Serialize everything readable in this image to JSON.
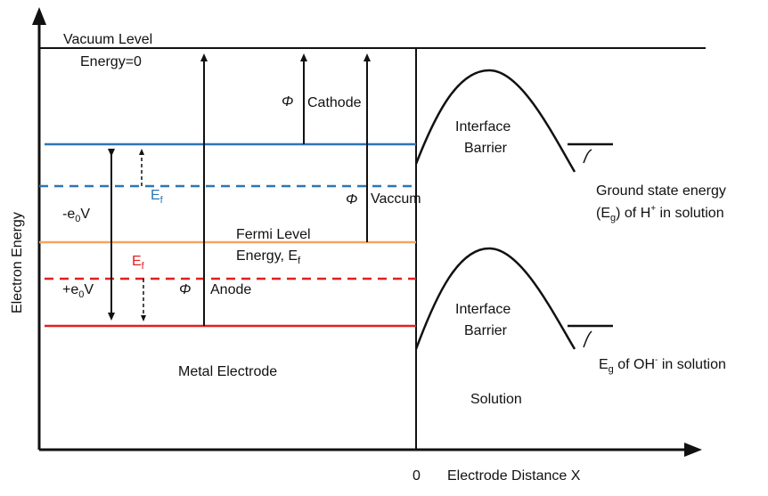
{
  "labels": {
    "vacuum_level": "Vacuum Level",
    "energy_zero": "Energy=0",
    "phi_cathode_symbol": "Φ",
    "phi_cathode_label": "Cathode",
    "phi_vacuum_symbol": "Φ",
    "phi_vacuum_label": "Vaccum",
    "phi_anode_symbol": "Φ",
    "phi_anode_label": "Anode",
    "ef_upper_main": "E",
    "ef_upper_sub": "f",
    "ef_lower_main": "E",
    "ef_lower_sub": "f",
    "minus_e0v_prefix": "-e",
    "minus_e0v_sub": "0",
    "minus_e0v_suffix": "V",
    "plus_e0v_prefix": "+e",
    "plus_e0v_sub": "0",
    "plus_e0v_suffix": "V",
    "fermi_level": "Fermi Level",
    "fermi_energy_main": "Energy, E",
    "fermi_energy_sub": "f",
    "metal_electrode": "Metal Electrode",
    "interface_barrier_upper_1": "Interface",
    "interface_barrier_upper_2": "Barrier",
    "interface_barrier_lower_1": "Interface",
    "interface_barrier_lower_2": "Barrier",
    "ground_state_line1": "Ground  state energy",
    "ground_state_line2_a": "(E",
    "ground_state_line2_sub": "g",
    "ground_state_line2_b": ") of H",
    "ground_state_line2_sup": "+",
    "ground_state_line2_c": " in solution",
    "eg_oh_main": "E",
    "eg_oh_sub": "g",
    "eg_oh_mid": " of OH",
    "eg_oh_sup": "-",
    "eg_oh_tail": " in solution",
    "solution": "Solution",
    "x_origin": "0",
    "x_axis_label": "Electrode Distance  X",
    "y_axis_label": "Electron Energy"
  },
  "colors": {
    "axis": "#111111",
    "upper_fermi": "#2e75b6",
    "neutral_fermi": "#f4a460",
    "lower_fermi": "#e02020"
  }
}
